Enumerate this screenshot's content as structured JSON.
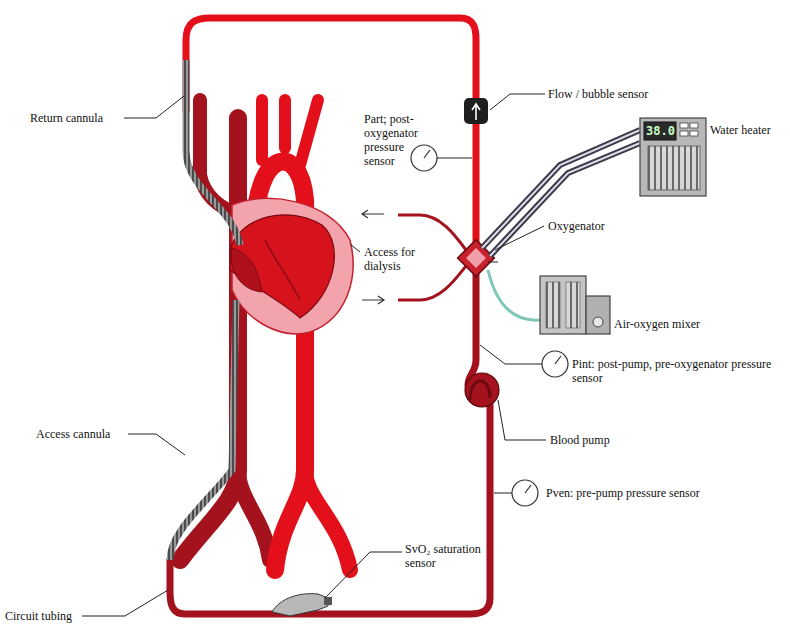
{
  "diagram": {
    "labels": [
      "Return cannula",
      "Part; post-oxygenator pressure sensor",
      "Flow / bubble sensor",
      "38.0",
      "Water heater",
      "Oxygenator",
      "Access for dialysis",
      "Air-oxygen mixer",
      "Pint: post-pump, pre-oxygenator pressure sensor",
      "Blood pump",
      "Pven: pre-pump pressure sensor",
      "Access cannula",
      "SvO₂ saturation sensor",
      "Circuit tubing"
    ]
  }
}
